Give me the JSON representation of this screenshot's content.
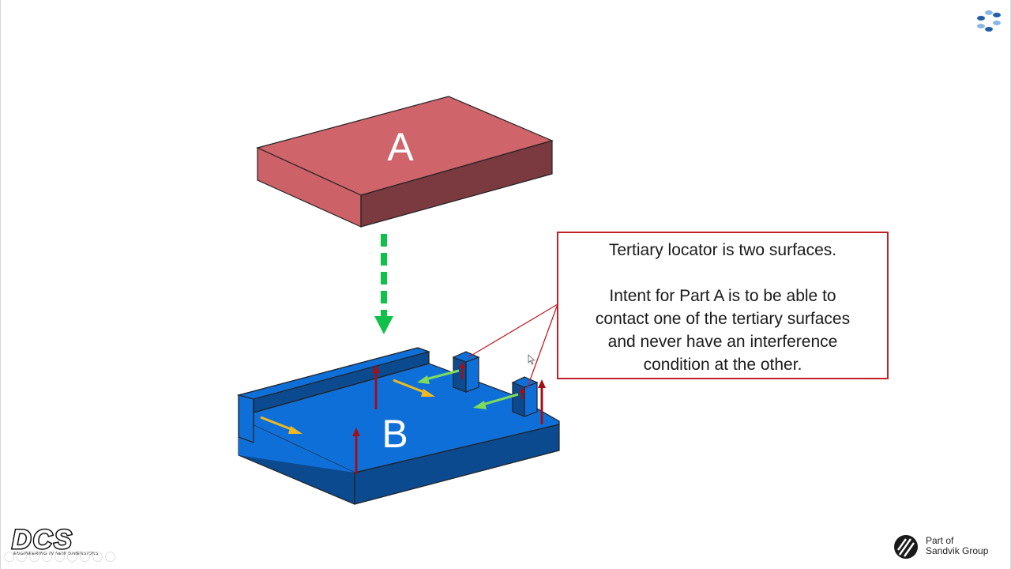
{
  "diagram": {
    "part_a_label": "A",
    "part_b_label": "B",
    "colors": {
      "part_a_top": "#cf646b",
      "part_a_front": "#cd6168",
      "part_a_side": "#7b3940",
      "part_b_top": "#0f6fd8",
      "part_b_dark": "#0b4a8f",
      "assembly_arrow": "#10c04a",
      "primary_arrow": "#a01018",
      "secondary_arrow": "#f0b81e",
      "tertiary_arrow": "#7fdc5a",
      "callout_border": "#c0202a"
    }
  },
  "callout": {
    "line1": "Tertiary locator is two surfaces.",
    "line2": "Intent for Part A is to be able to",
    "line3": "contact one of the tertiary surfaces",
    "line4": "and never have an interference",
    "line5": "condition at the other."
  },
  "footer": {
    "dcs_logo": "DCS",
    "dcs_tagline": "ENGINEERING IN NEW DIMENSIONS",
    "sandvik_line1": "Part of",
    "sandvik_line2": "Sandvik Group"
  },
  "icons": {
    "corner_logo": "corner-logo-icon",
    "sandvik_mark": "sandvik-mark-icon",
    "cursor": "cursor-icon"
  }
}
